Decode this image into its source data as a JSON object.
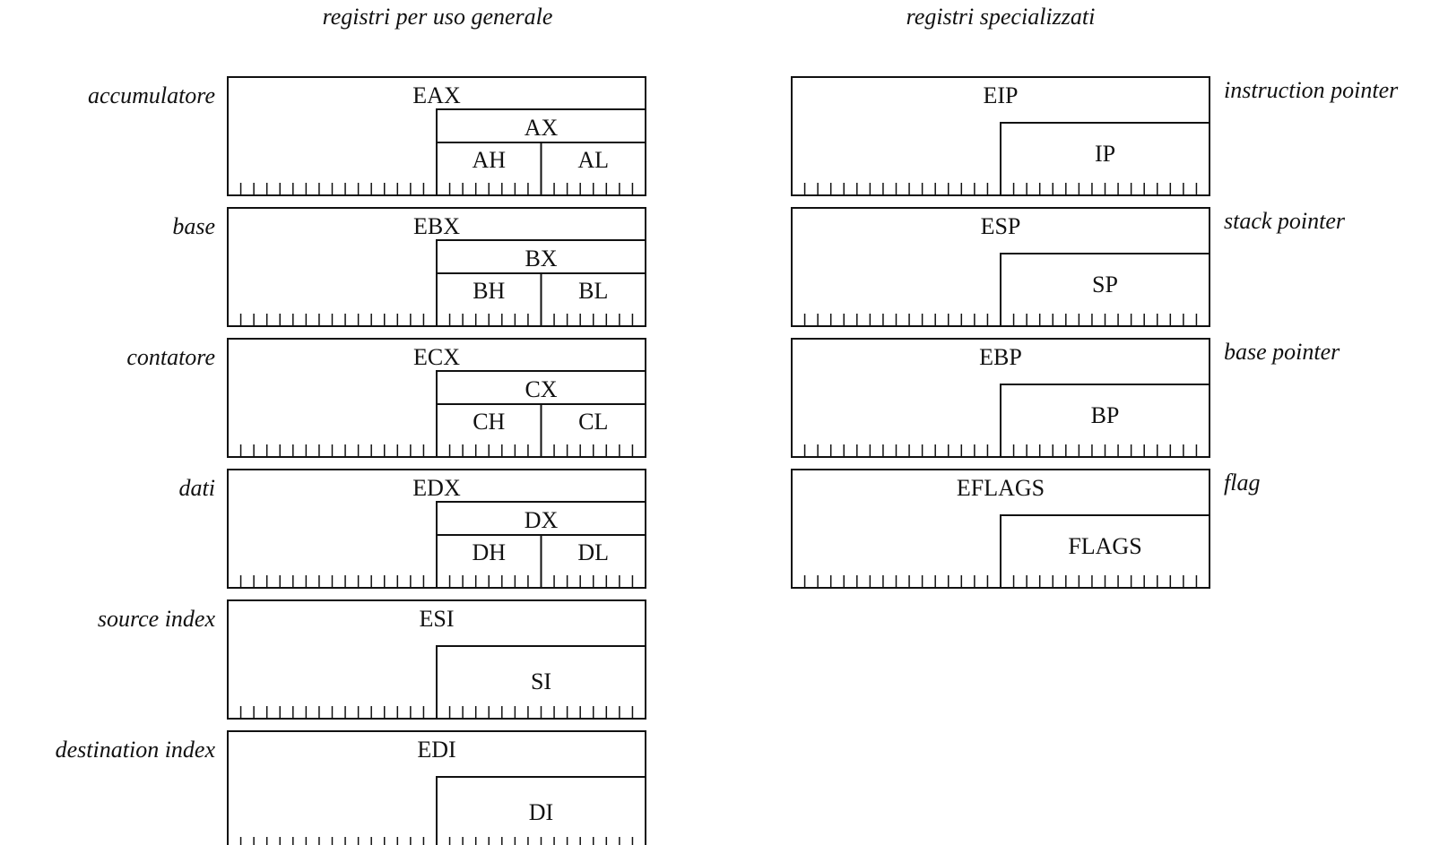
{
  "headings": {
    "general": "registri per uso generale",
    "special": "registri specializzati"
  },
  "general_registers": [
    {
      "role": "accumulatore",
      "r32": "EAX",
      "r16": "AX",
      "high": "AH",
      "low": "AL"
    },
    {
      "role": "base",
      "r32": "EBX",
      "r16": "BX",
      "high": "BH",
      "low": "BL"
    },
    {
      "role": "contatore",
      "r32": "ECX",
      "r16": "CX",
      "high": "CH",
      "low": "CL"
    },
    {
      "role": "dati",
      "r32": "EDX",
      "r16": "DX",
      "high": "DH",
      "low": "DL"
    },
    {
      "role": "source index",
      "r32": "ESI",
      "r16": "SI"
    },
    {
      "role": "destination index",
      "r32": "EDI",
      "r16": "DI"
    }
  ],
  "special_registers": [
    {
      "role": "instruction pointer",
      "r32": "EIP",
      "r16": "IP"
    },
    {
      "role": "stack pointer",
      "r32": "ESP",
      "r16": "SP"
    },
    {
      "role": "base pointer",
      "r32": "EBP",
      "r16": "BP"
    },
    {
      "role": "flag",
      "r32": "EFLAGS",
      "r16": "FLAGS"
    }
  ],
  "bits_per_register": 32,
  "colors": {
    "line": "#111111",
    "background": "#ffffff"
  }
}
